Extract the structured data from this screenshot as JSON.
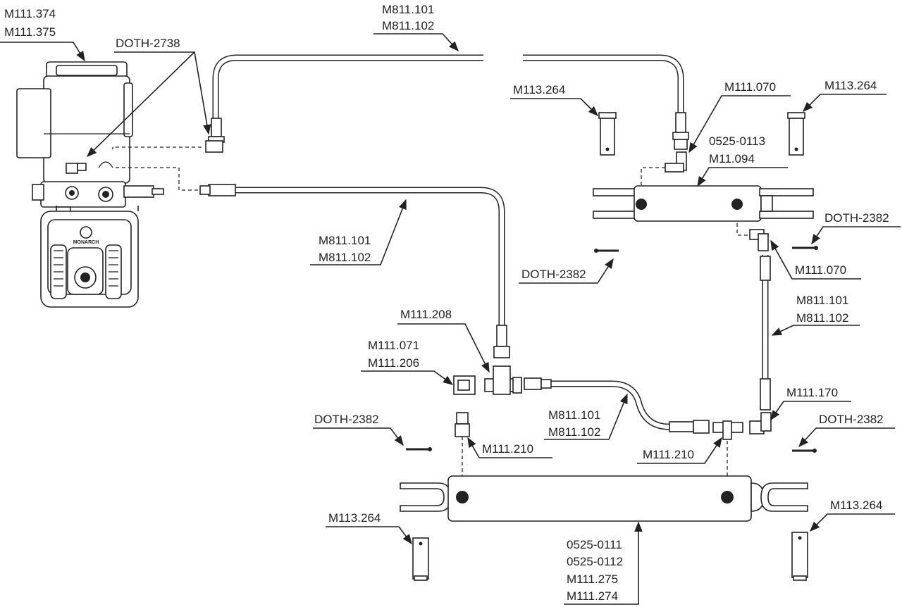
{
  "labels": {
    "pump_part_a": "M111.374",
    "pump_part_b": "M111.375",
    "pump_fitting": "DOTH-2738",
    "top_hose_a": "M811.101",
    "top_hose_b": "M811.102",
    "pin_top_left": "M113.264",
    "pin_top_right": "M113.264",
    "elbow_top": "M111.070",
    "cyl_top_a": "0525-0113",
    "cyl_top_b": "M11.094",
    "clip_right_top": "DOTH-2382",
    "clip_mid": "DOTH-2382",
    "elbow_right": "M111.070",
    "mid_hose_a": "M811.101",
    "mid_hose_b": "M811.102",
    "right_hose_a": "M811.101",
    "right_hose_b": "M811.102",
    "tee_left": "M111.208",
    "elbow_left_a": "M111.071",
    "elbow_left_b": "M111.206",
    "bottom_hose_a": "M811.101",
    "bottom_hose_b": "M811.102",
    "elbow_bottom_right": "M111.170",
    "clip_bottom_left": "DOTH-2382",
    "clip_bottom_right": "DOTH-2382",
    "adapter_left": "M111.210",
    "adapter_right": "M111.210",
    "pin_bottom_left": "M113.264",
    "pin_bottom_right": "M113.264",
    "cyl_bottom_a": "0525-0111",
    "cyl_bottom_b": "0525-0112",
    "cyl_bottom_c": "M111.275",
    "cyl_bottom_d": "M111.274"
  },
  "pump_brand": "MONARCH"
}
